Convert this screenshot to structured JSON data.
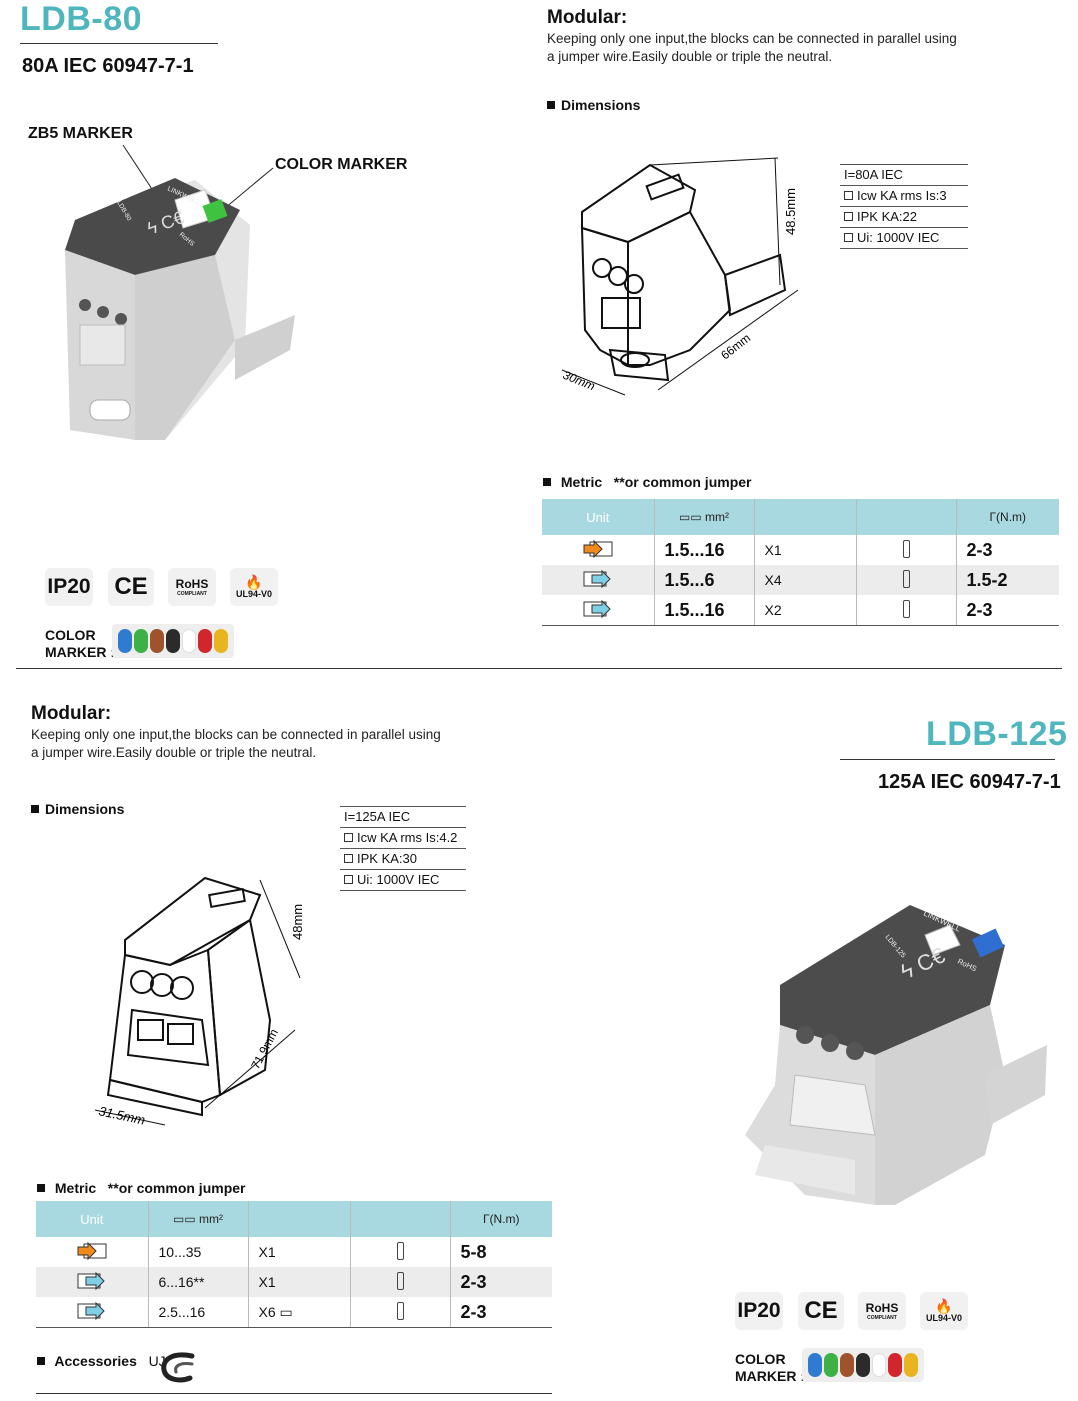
{
  "ldb80": {
    "model": "LDB-80",
    "standard": "80A IEC 60947-7-1",
    "zb5_marker": "ZB5 MARKER",
    "color_marker": "COLOR MARKER",
    "product_labels": {
      "brand": "LINKWELL",
      "model": "LDB-80",
      "rohs": "RoHS"
    },
    "modular_title": "Modular:",
    "modular_desc_1": "Keeping only one input,the blocks can be connected in parallel using",
    "modular_desc_2": "a jumper wire.Easily double or triple the neutral.",
    "dimensions_label": "Dimensions",
    "dim_height": "48.5mm",
    "dim_length": "66mm",
    "dim_width": "30mm",
    "specs": [
      "I=80A IEC",
      "Icw KA rms Is:3",
      "IPK KA:22",
      "Ui: 1000V IEC"
    ],
    "metric_label": "Metric",
    "jumper_label": "**or common jumper",
    "table": {
      "h_unit": "Unit",
      "h_mm2": "mm²",
      "h_torque": "(N.m)",
      "rows": [
        {
          "section": "1.5...16",
          "mult": "X1",
          "torque": "2-3"
        },
        {
          "section": "1.5...6",
          "mult": "X4",
          "torque": "1.5-2"
        },
        {
          "section": "1.5...16",
          "mult": "X2",
          "torque": "2-3"
        }
      ]
    },
    "certs": {
      "ip": "IP20",
      "ce": "CE",
      "rohs": "RoHS",
      "rohs_sub": "COMPLIANT",
      "ul": "UL94-V0"
    },
    "color_marker_label_1": "COLOR",
    "color_marker_label_2": "MARKER :",
    "swatches": [
      "#2e7bd1",
      "#3db046",
      "#a0522d",
      "#2b2b2b",
      "#ffffff",
      "#d1262c",
      "#e8b520"
    ]
  },
  "ldb125": {
    "model": "LDB-125",
    "standard": "125A IEC 60947-7-1",
    "product_labels": {
      "brand": "LINKWELL",
      "model": "LDB-125",
      "rohs": "RoHS"
    },
    "modular_title": "Modular:",
    "modular_desc_1": "Keeping only one input,the blocks can be connected in parallel using",
    "modular_desc_2": "a jumper wire.Easily double or triple the neutral.",
    "dimensions_label": "Dimensions",
    "dim_height": "48mm",
    "dim_length": "71.9mm",
    "dim_width": "31.5mm",
    "specs": [
      "I=125A IEC",
      "Icw KA rms Is:4.2",
      "IPK KA:30",
      "Ui:  1000V IEC"
    ],
    "metric_label": "Metric",
    "jumper_label": "**or common jumper",
    "table": {
      "h_unit": "Unit",
      "h_mm2": "mm²",
      "h_torque": "(N.m)",
      "rows": [
        {
          "section": "10...35",
          "mult": "X1",
          "torque": "5-8"
        },
        {
          "section": "6...16**",
          "mult": "X1",
          "torque": "2-3"
        },
        {
          "section": "2.5...16",
          "mult": "X6",
          "torque": "2-3"
        }
      ]
    },
    "accessories_label": "Accessories",
    "accessories_value": "UJ",
    "certs": {
      "ip": "IP20",
      "ce": "CE",
      "rohs": "RoHS",
      "rohs_sub": "COMPLIANT",
      "ul": "UL94-V0"
    },
    "color_marker_label_1": "COLOR",
    "color_marker_label_2": "MARKER :",
    "swatches": [
      "#2e7bd1",
      "#3db046",
      "#a0522d",
      "#2b2b2b",
      "#ffffff",
      "#d1262c",
      "#e8b520"
    ]
  },
  "colors": {
    "accent": "#4fb6be",
    "table_header": "#a8d8e0",
    "arrow_in": "#f08a1c",
    "arrow_out": "#7fd0e6"
  }
}
